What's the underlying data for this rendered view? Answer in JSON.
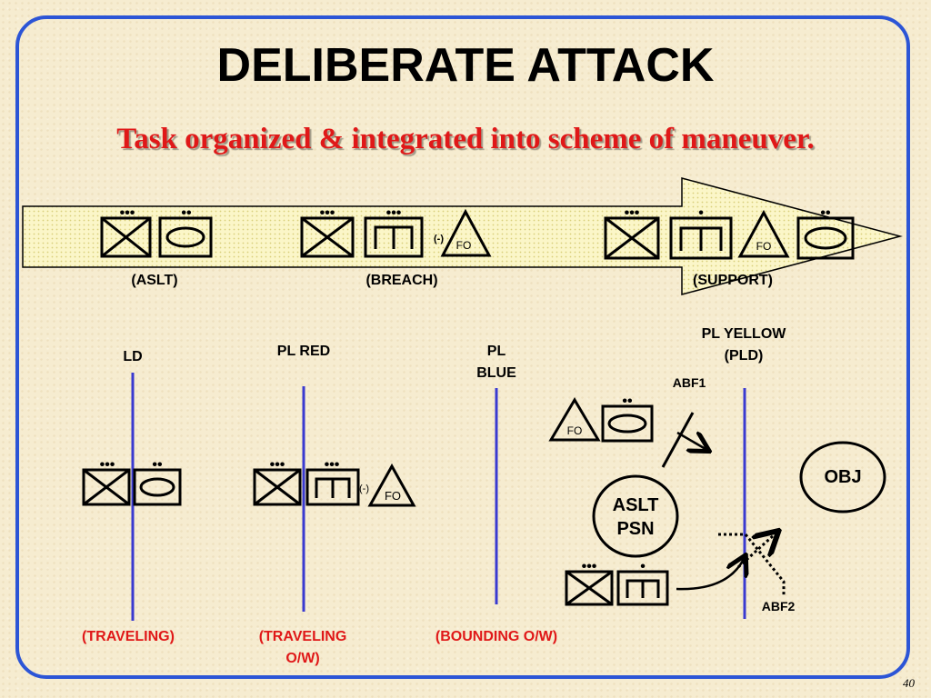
{
  "title": "DELIBERATE ATTACK",
  "subtitle": "Task organized & integrated into scheme of maneuver.",
  "arrow_groups": {
    "aslt": "(ASLT)",
    "breach": "(BREACH)",
    "support": "(SUPPORT)"
  },
  "symbols": {
    "fo": "FO",
    "minus": "(-)",
    "dots_company": "•••",
    "dots_section": "••",
    "dots_squad": "•"
  },
  "phase_lines": {
    "ld": "LD",
    "pl_red": "PL RED",
    "pl_blue": "PL BLUE",
    "pl_yellow": "PL YELLOW (PLD)"
  },
  "movement": {
    "traveling": "(TRAVELING)",
    "traveling_ow": "(TRAVELING O/W)",
    "bounding_ow": "(BOUNDING O/W)"
  },
  "positions": {
    "abf1": "ABF1",
    "abf2": "ABF2",
    "obj": "OBJ",
    "aslt_psn": "ASLT PSN"
  },
  "page_number": "40",
  "colors": {
    "frame": "#2c55d6",
    "phase_line": "#3a3ad0",
    "title_red": "#e01818",
    "background": "#f6ecd0"
  }
}
